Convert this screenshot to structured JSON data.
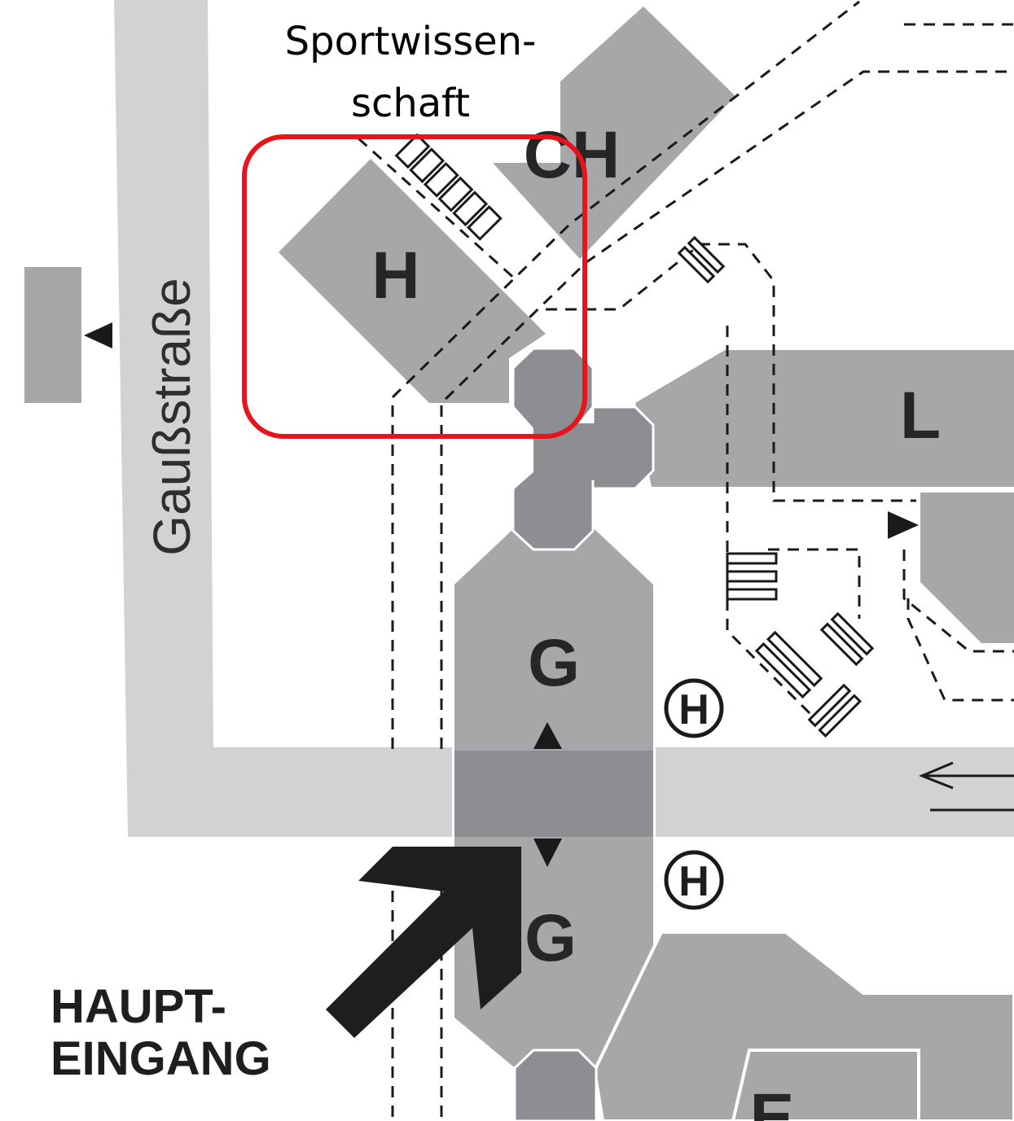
{
  "map": {
    "street_name": "Gaußstraße",
    "annotation_top": [
      "Sportwissen-",
      "schaft"
    ],
    "main_entrance": [
      "HAUPT-",
      "EINGANG"
    ],
    "buildings": {
      "h": "H",
      "ch": "CH",
      "l": "L",
      "g_upper": "G",
      "g_lower": "G",
      "e": "E"
    },
    "bus_stop_symbol": "H",
    "highlight_color": "#e8141b",
    "colors": {
      "building": "#a6a7a9",
      "building_dark": "#8d8e91",
      "street": "#d1d2d3"
    }
  }
}
